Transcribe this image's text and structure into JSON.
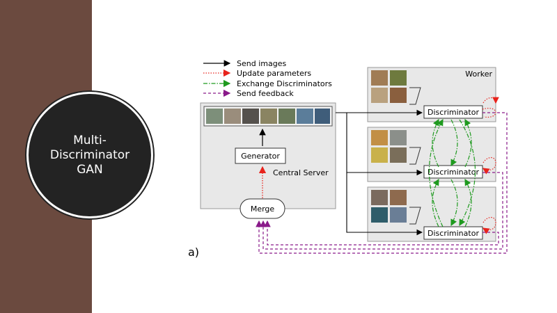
{
  "slide": {
    "circle_title": "Multi-\nDiscriminator\nGAN",
    "sub_label": "a)"
  },
  "legend": [
    {
      "label": "Send images",
      "color": "#000000",
      "style": "solid"
    },
    {
      "label": "Update parameters",
      "color": "#e8231c",
      "style": "dotted"
    },
    {
      "label": "Exchange Discriminators",
      "color": "#1f9a1f",
      "style": "dashdot"
    },
    {
      "label": "Send feedback",
      "color": "#8a1a8a",
      "style": "dashed"
    }
  ],
  "central_server": {
    "label": "Central Server",
    "generator": "Generator",
    "merge": "Merge"
  },
  "workers": [
    {
      "label": "Worker",
      "discriminator": "Discriminator"
    },
    {
      "label": "",
      "discriminator": "Discriminator"
    },
    {
      "label": "",
      "discriminator": "Discriminator"
    }
  ],
  "colors": {
    "brand_band": "#6b4a3f",
    "circle_fill": "#232323",
    "panel_fill": "#e8e8e8",
    "update": "#e8231c",
    "exchange": "#1f9a1f",
    "feedback": "#8a1a8a"
  }
}
